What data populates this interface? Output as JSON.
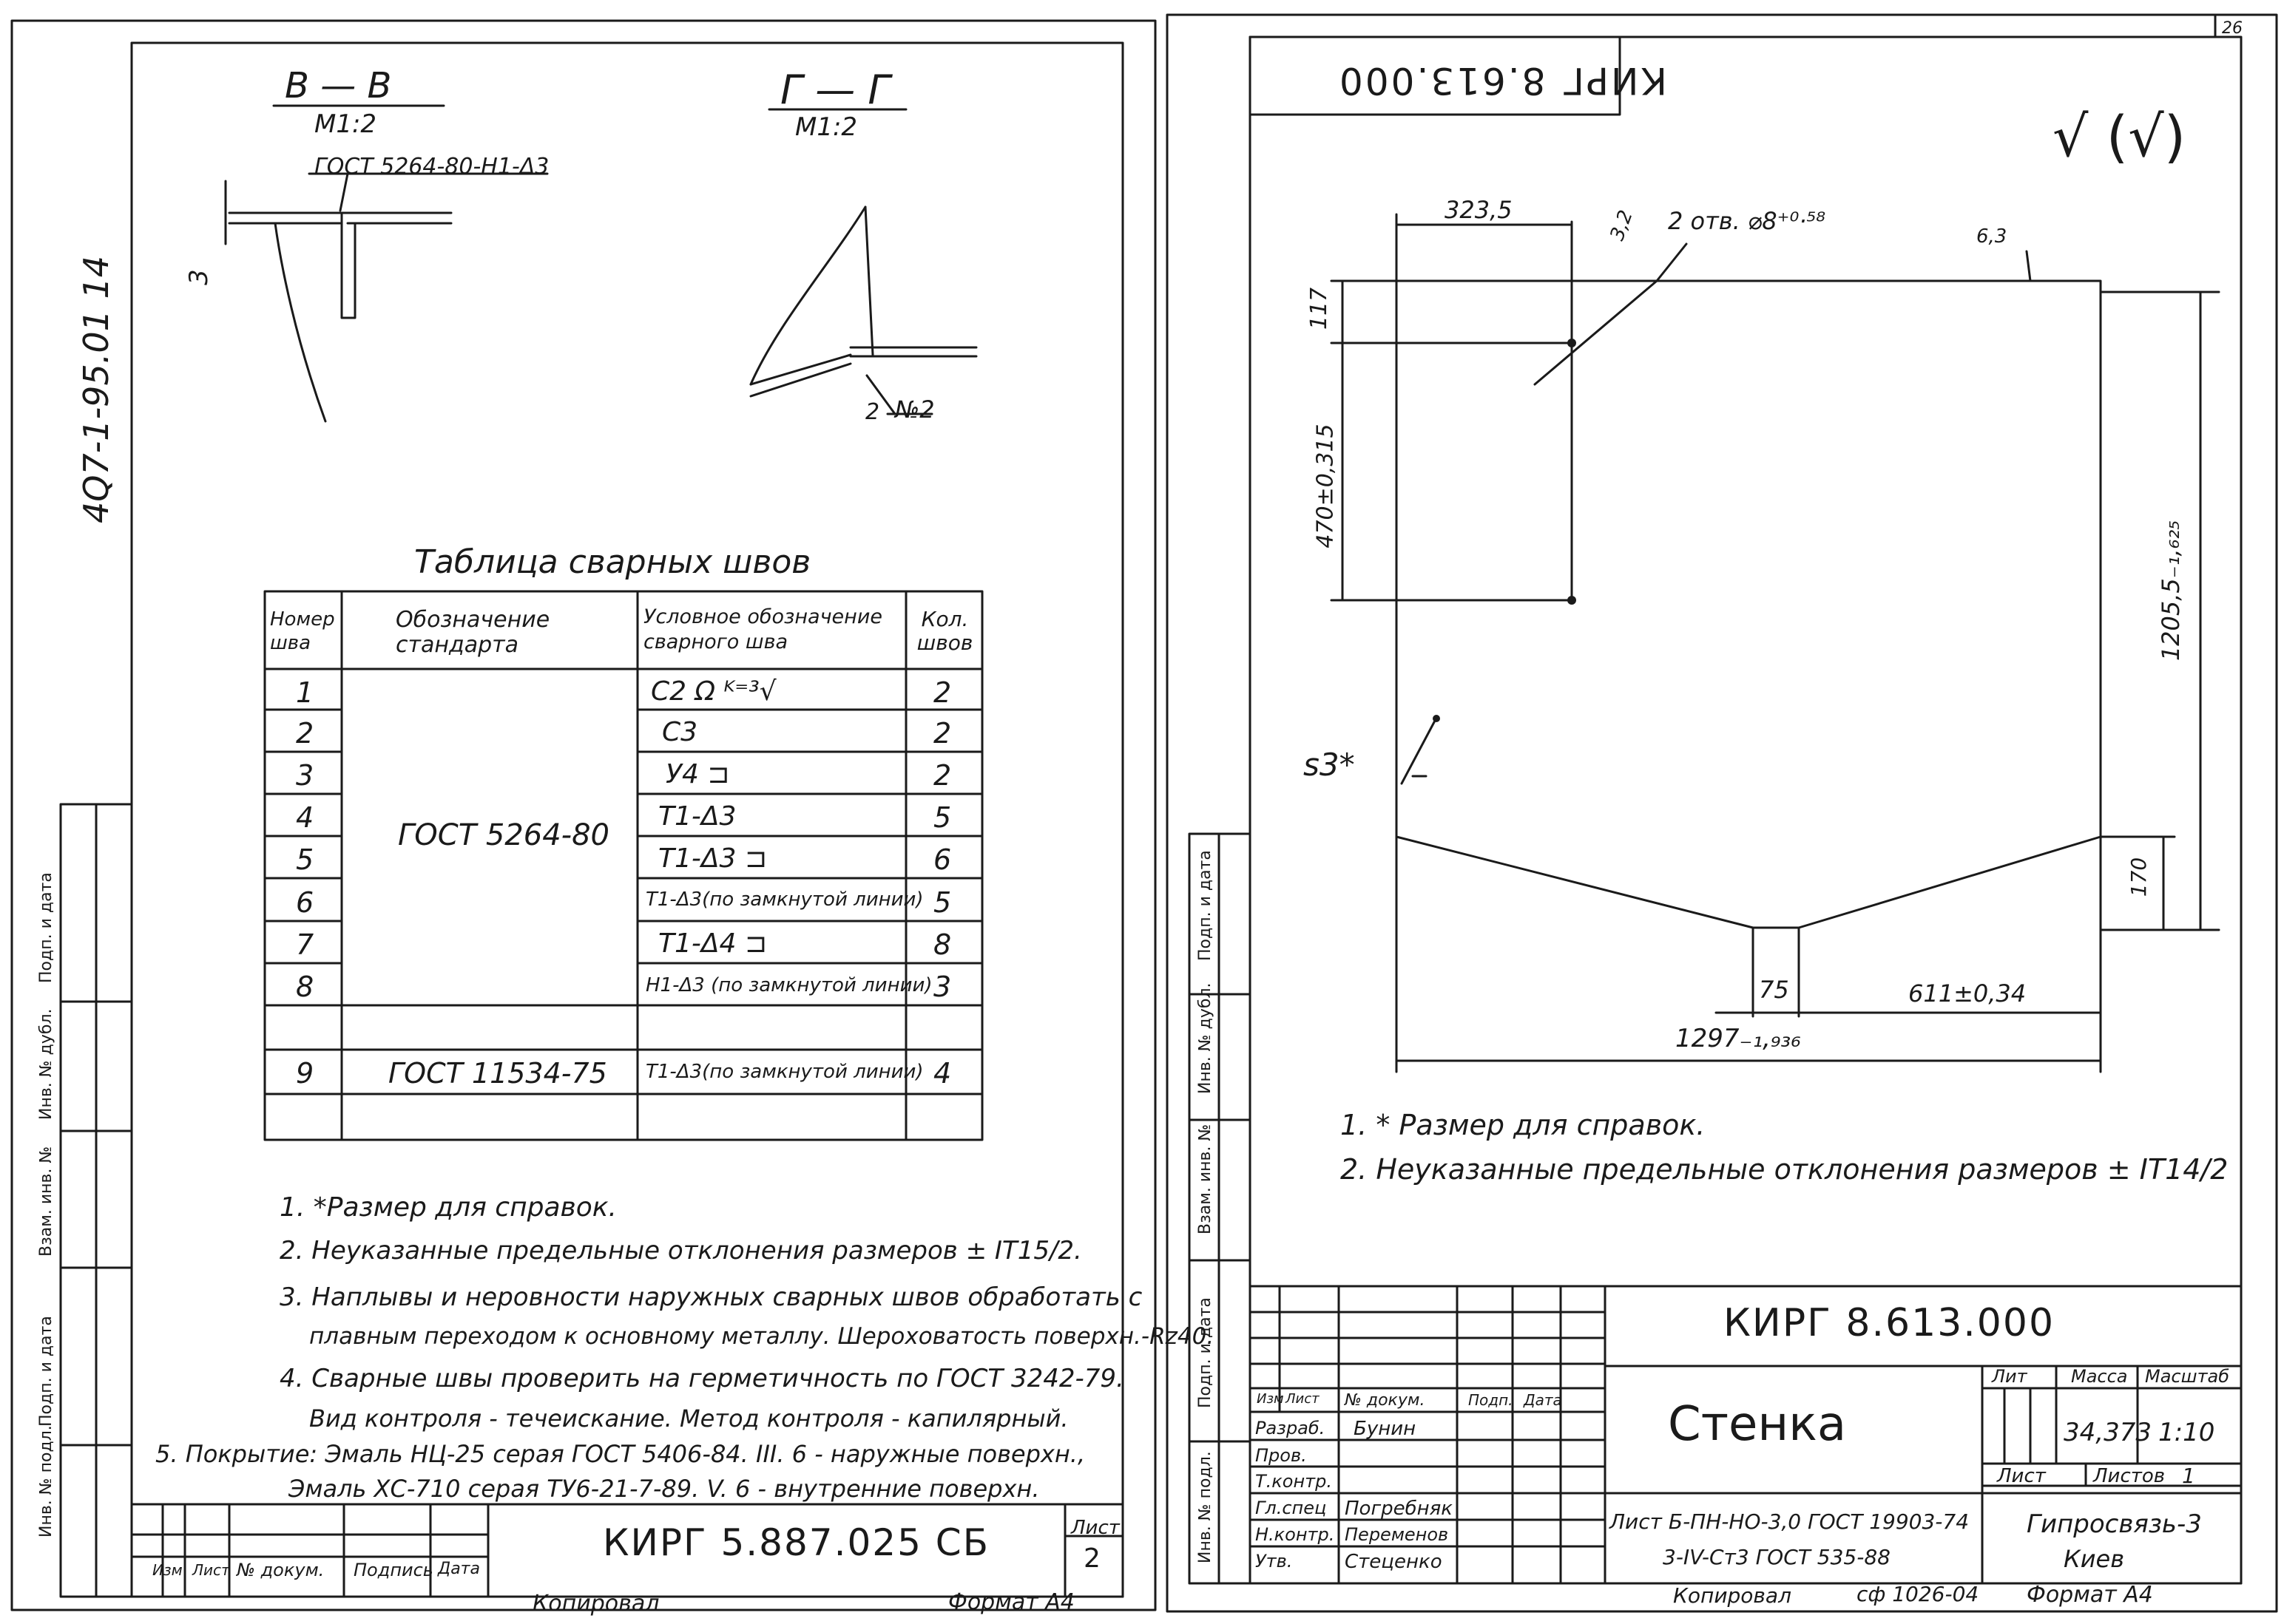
{
  "left_sheet": {
    "vertical_code": "4Q7-1-95.01 14",
    "section_b": {
      "label": "В — В",
      "scale": "М1:2",
      "weld_ref": "ГОСТ 5264-80-Н1-Δ3",
      "dim": "3"
    },
    "section_g": {
      "label": "Г — Г",
      "scale": "М1:2",
      "weld_ref": "2",
      "weld_no": "№2"
    },
    "weld_table": {
      "title": "Таблица сварных швов",
      "headers": [
        "Номер шва",
        "Обозначение стандарта",
        "Условное обозначение сварного шва",
        "Кол. швов"
      ],
      "standard_main": "ГОСТ 5264-80",
      "rows": [
        {
          "num": "1",
          "code": "С2 Ω ᴷ⁼³√",
          "qty": "2"
        },
        {
          "num": "2",
          "code": "С3",
          "qty": "2"
        },
        {
          "num": "3",
          "code": "У4 ⊐",
          "qty": "2"
        },
        {
          "num": "4",
          "code": "Т1-Δ3",
          "qty": "5"
        },
        {
          "num": "5",
          "code": "Т1-Δ3 ⊐",
          "qty": "6"
        },
        {
          "num": "6",
          "code": "Т1-Δ3(по замкнутой линии)",
          "qty": "5"
        },
        {
          "num": "7",
          "code": "Т1-Δ4 ⊐",
          "qty": "8"
        },
        {
          "num": "8",
          "code": "Н1-Δ3 (по замкнутой линии)",
          "qty": "3"
        },
        {
          "num": "",
          "code": "",
          "qty": ""
        },
        {
          "num": "9",
          "standard": "ГОСТ 11534-75",
          "code": "Т1-Δ3(по замкнутой линии)",
          "qty": "4"
        },
        {
          "num": "",
          "code": "",
          "qty": ""
        }
      ]
    },
    "notes": [
      "1. *Размер для справок.",
      "2. Неуказанные предельные отклонения размеров ± IT15/2.",
      "3. Наплывы и неровности наружных сварных швов обработать с",
      "плавным переходом к основному металлу. Шероховатость поверхн.-Rz40.",
      "4. Сварные швы проверить на герметичность по ГОСТ 3242-79.",
      "Вид контроля - течеискание. Метод контроля - капилярный.",
      "5. Покрытие: Эмаль НЦ-25 серая ГОСТ 5406-84. III. 6 - наружные поверхн.,",
      "Эмаль ХС-710 серая ТУ6-21-7-89. V. 6 - внутренние поверхн."
    ],
    "side_labels": [
      "Инв. № подл.",
      "Подп. и дата",
      "Взам. инв. №",
      "Инв. № дубл.",
      "Подп. и дата"
    ],
    "title_block": {
      "designation": "КИРГ 5.887.025 СБ",
      "sheet_label": "Лист",
      "sheet_no": "2",
      "col_labels": [
        "Изм",
        "Лист",
        "№ докум.",
        "Подпись",
        "Дата"
      ]
    },
    "footer": {
      "copied": "Копировал",
      "format": "Формат А4"
    }
  },
  "right_sheet": {
    "corner_no": "26",
    "stamp_mirrored": "КИРГ 8.613.000",
    "roughness": "√ (√)",
    "dims": {
      "top_width": "323,5",
      "holes": "2 отв. ⌀8⁺⁰·⁵⁸",
      "hole_rough": "3,2",
      "edge_rough": "6,3",
      "top_offset": "117",
      "hole_span": "470±0,315",
      "height": "1205,5₋₁,₆₂₅",
      "side_drop": "170",
      "thickness": "s3*",
      "bottom_flat": "75",
      "bottom_half": "611±0,34",
      "total_width": "1297₋₁,₉₃₆"
    },
    "notes": [
      "1. * Размер для справок.",
      "2. Неуказанные предельные отклонения размеров ± IT14/2"
    ],
    "title_block": {
      "designation": "КИРГ 8.613.000",
      "name": "Стенка",
      "lit_label": "Лит",
      "mass_label": "Масса",
      "scale_label": "Масштаб",
      "mass": "34,373",
      "scale": "1:10",
      "sheet_label": "Лист",
      "sheets_label": "Листов",
      "sheets": "1",
      "roles": [
        "Разраб.",
        "Пров.",
        "Т.контр.",
        "Гл.спец",
        "Н.контр.",
        "Утв."
      ],
      "names": [
        "Бунин",
        "",
        "",
        "Погребняк",
        "Переменов",
        "Стеценко"
      ],
      "col_labels": [
        "Изм",
        "Лист",
        "№ докум.",
        "Подп.",
        "Дата"
      ],
      "material_1": "Лист Б-ПН-НО-3,0 ГОСТ 19903-74",
      "material_2": "3-IV-Ст3 ГОСТ 535-88",
      "org": "Гипросвязь-3",
      "city": "Киев"
    },
    "side_labels": [
      "Инв. № подл.",
      "Подп. и дата",
      "Взам. инв. №",
      "Инв. № дубл.",
      "Подп. и дата"
    ],
    "footer": {
      "copied": "Копировал",
      "order": "сф 1026-04",
      "format": "Формат А4"
    }
  }
}
